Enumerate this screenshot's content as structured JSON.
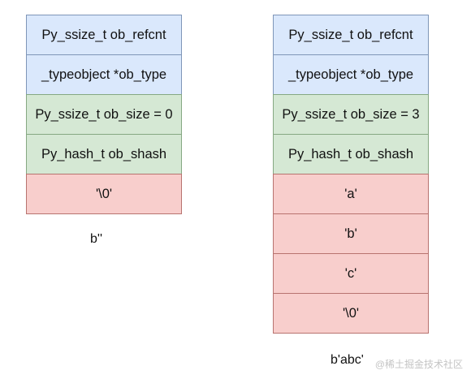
{
  "left": {
    "cells": [
      {
        "text": "Py_ssize_t ob_refcnt",
        "color": "#dae8fc"
      },
      {
        "text": "_typeobject *ob_type",
        "color": "#dae8fc"
      },
      {
        "text": "Py_ssize_t ob_size = 0",
        "color": "#d5e8d4"
      },
      {
        "text": "Py_hash_t ob_shash",
        "color": "#d5e8d4"
      },
      {
        "text": "'\\0'",
        "color": "#f8cecc"
      }
    ],
    "caption": "b''"
  },
  "right": {
    "cells": [
      {
        "text": "Py_ssize_t ob_refcnt",
        "color": "#dae8fc"
      },
      {
        "text": "_typeobject *ob_type",
        "color": "#dae8fc"
      },
      {
        "text": "Py_ssize_t ob_size = 3",
        "color": "#d5e8d4"
      },
      {
        "text": "Py_hash_t ob_shash",
        "color": "#d5e8d4"
      },
      {
        "text": "'a'",
        "color": "#f8cecc"
      },
      {
        "text": "'b'",
        "color": "#f8cecc"
      },
      {
        "text": "'c'",
        "color": "#f8cecc"
      },
      {
        "text": "'\\0'",
        "color": "#f8cecc"
      }
    ],
    "caption": "b'abc'"
  },
  "watermark": "@稀土掘金技术社区"
}
